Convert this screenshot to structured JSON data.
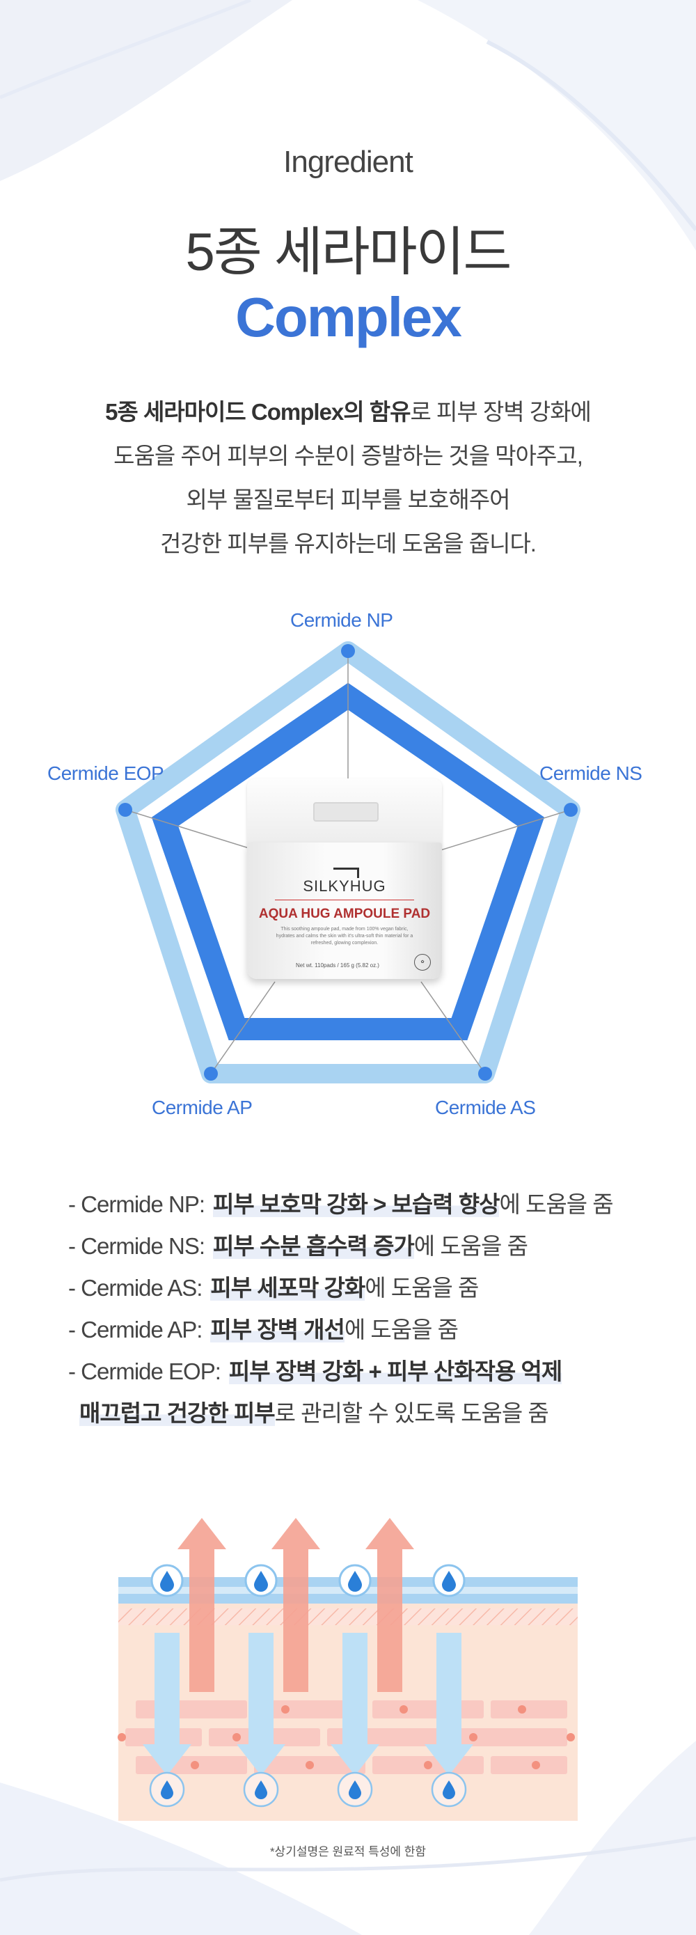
{
  "header": {
    "eyebrow": "Ingredient",
    "title_ko": "5종 세라마이드",
    "title_en": "Complex"
  },
  "description": {
    "line1_bold": "5종 세라마이드 Complex의 함유",
    "line1_rest": "로 피부 장벽 강화에",
    "line2": "도움을 주어 피부의 수분이 증발하는 것을 막아주고,",
    "line3": "외부 물질로부터 피부를 보호해주어",
    "line4": "건강한 피부를 유지하는데 도움을 줍니다."
  },
  "radar": {
    "labels": {
      "np": "Cermide NP",
      "ns": "Cermide NS",
      "as": "Cermide AS",
      "ap": "Cermide AP",
      "eop": "Cermide EOP"
    },
    "colors": {
      "outer": "#a9d3f2",
      "inner": "#3a82e4",
      "label": "#3b74d6"
    }
  },
  "product": {
    "brand": "SILKYHUG",
    "name": "AQUA HUG AMPOULE PAD",
    "desc": "This soothing ampoule pad, made from 100% vegan fabric, hydrates and calms the skin with it's ultra-soft thin material for a refreshed, glowing complexion.",
    "weight": "Net wt. 110pads / 165 g (5.82 oz.)"
  },
  "features": [
    {
      "label": "- Cermide NP:",
      "highlight": "피부 보호막 강화 > 보습력 향상",
      "rest": "에 도움을 줌"
    },
    {
      "label": "- Cermide NS:",
      "highlight": "피부 수분 흡수력 증가",
      "rest": "에 도움을 줌"
    },
    {
      "label": "- Cermide AS:",
      "highlight": "피부 세포막 강화",
      "rest": "에 도움을 줌"
    },
    {
      "label": "- Cermide AP:",
      "highlight": "피부 장벽 개선",
      "rest": "에 도움을 줌"
    },
    {
      "label": "- Cermide EOP:",
      "highlight": "피부 장벽 강화 + 피부 산화작용 억제",
      "rest": ""
    }
  ],
  "features_cont": {
    "highlight": "매끄럽고 건강한 피부",
    "rest": "로 관리할 수 있도록 도움을 줌"
  },
  "footnote": "*상기설명은 원료적 특성에 한함"
}
